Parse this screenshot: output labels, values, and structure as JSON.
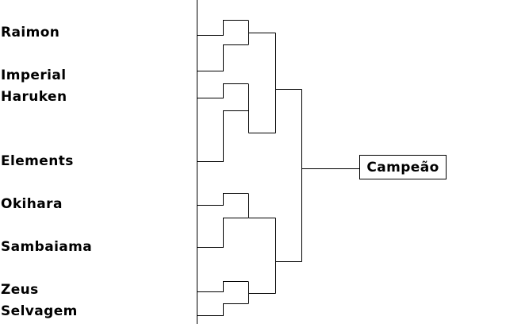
{
  "teams": [
    {
      "id": "raimon",
      "label": "Raimon"
    },
    {
      "id": "imperial",
      "label": "Imperial"
    },
    {
      "id": "haruken",
      "label": "Haruken"
    },
    {
      "id": "elements",
      "label": "Elements"
    },
    {
      "id": "okihara",
      "label": "Okihara"
    },
    {
      "id": "sambaiama",
      "label": "Sambaiama"
    },
    {
      "id": "zeus",
      "label": "Zeus"
    },
    {
      "id": "selvagem",
      "label": "Selvagem"
    }
  ],
  "champion": {
    "label": "Campeão"
  },
  "colors": {
    "line": "#000000",
    "background": "#ffffff",
    "text": "#000000"
  }
}
